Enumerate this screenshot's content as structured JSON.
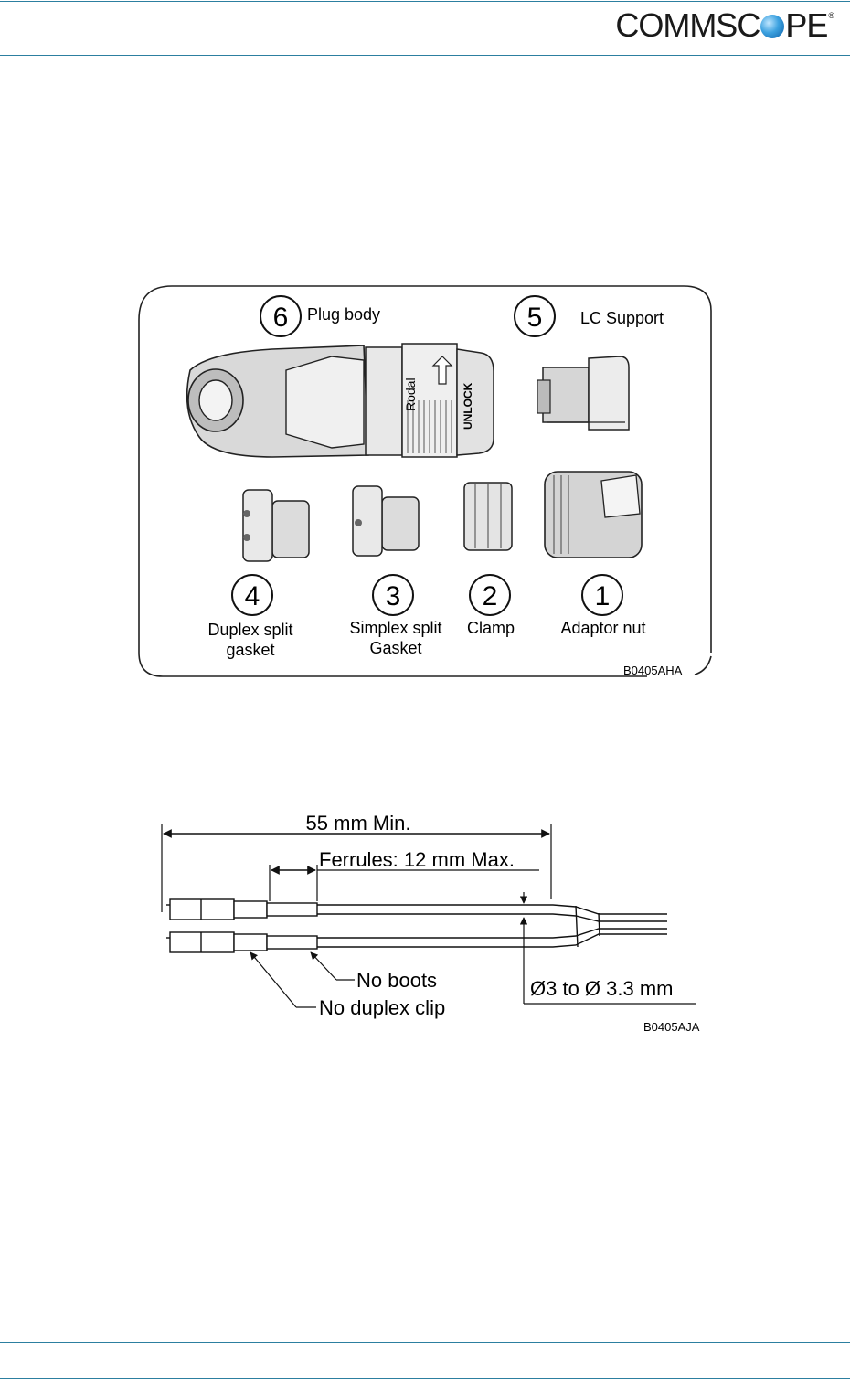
{
  "header": {
    "logo_text_left": "COMMSC",
    "logo_text_right": "PE",
    "logo_registered": "®",
    "rule_color": "#2c7fa0"
  },
  "figure1": {
    "code": "B0405AHA",
    "parts": [
      {
        "number": "6",
        "label": "Plug body"
      },
      {
        "number": "5",
        "label": "LC Support"
      },
      {
        "number": "4",
        "label_line1": "Duplex split",
        "label_line2": "gasket"
      },
      {
        "number": "3",
        "label_line1": "Simplex split",
        "label_line2": "Gasket"
      },
      {
        "number": "2",
        "label": "Clamp"
      },
      {
        "number": "1",
        "label": "Adaptor nut"
      }
    ],
    "body_marks": {
      "brand": "Rodal",
      "unlock": "UNLOCK"
    }
  },
  "figure2": {
    "code": "B0405AJA",
    "dimension_total": "55 mm Min.",
    "dimension_ferrules": "Ferrules: 12  mm Max.",
    "callout_no_boots": "No boots",
    "callout_no_duplex_clip": "No duplex clip",
    "diameter": "Ø3 to  Ø 3.3 mm"
  }
}
